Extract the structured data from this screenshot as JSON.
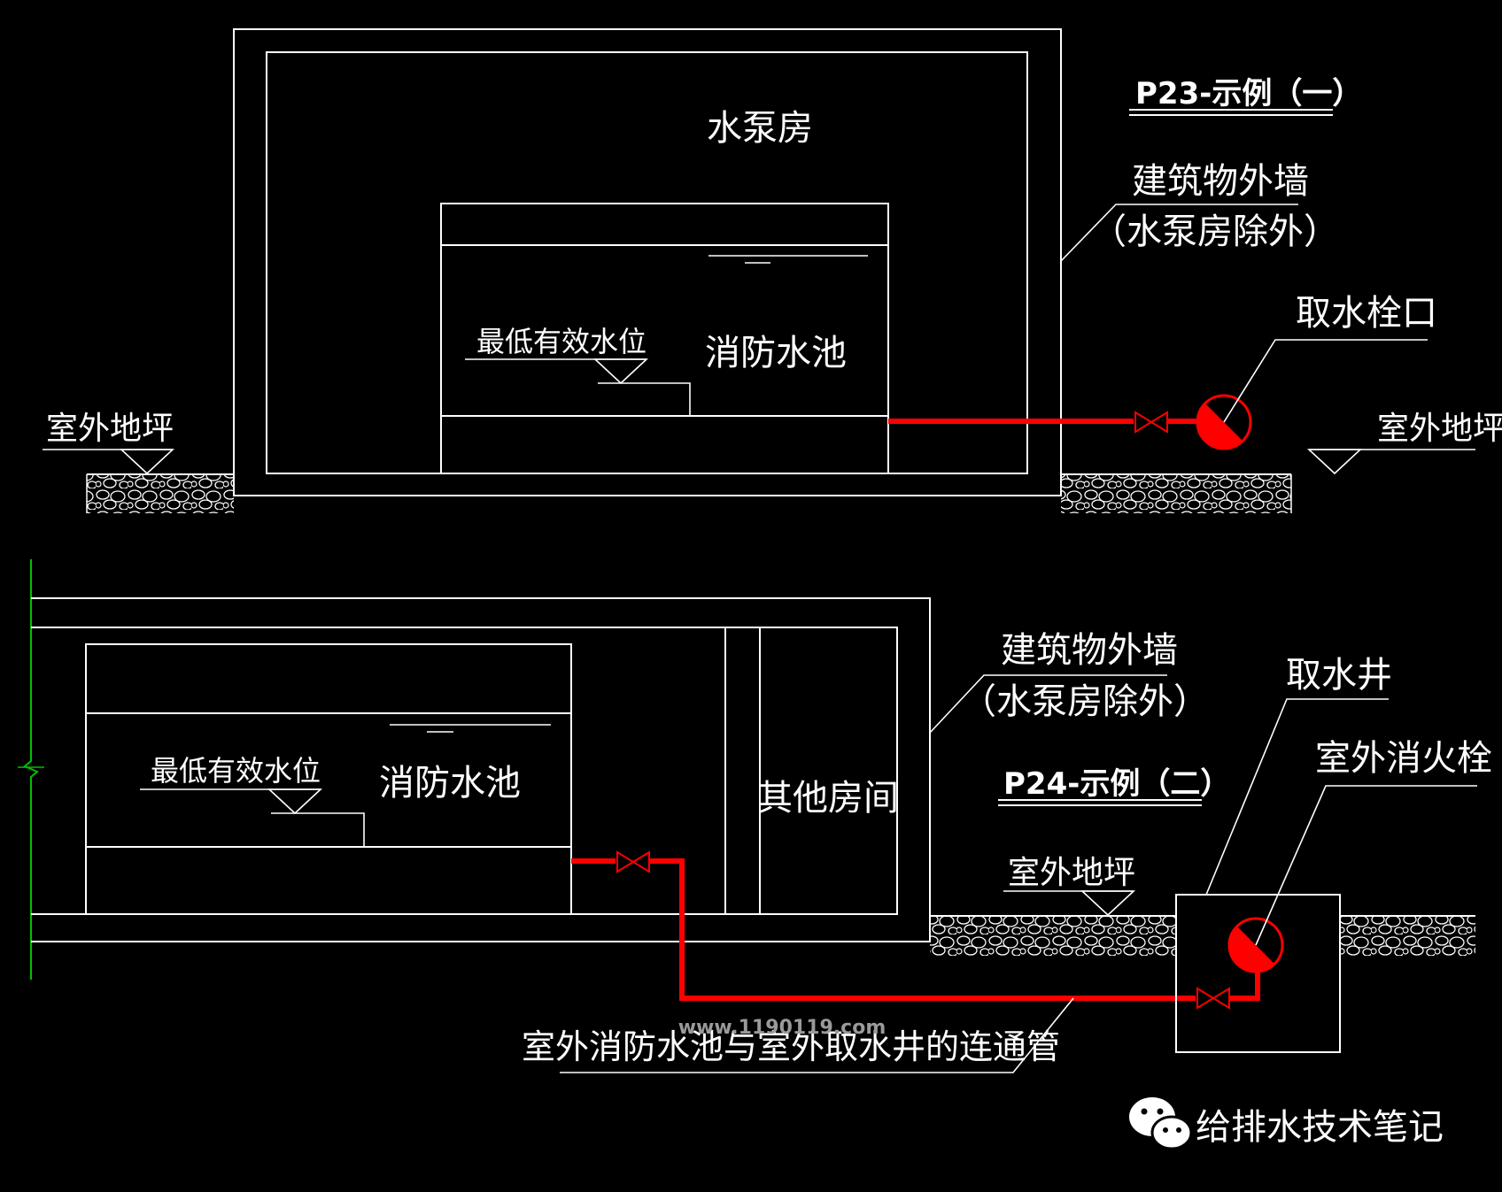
{
  "colors": {
    "background": "#000000",
    "line": "#ffffff",
    "pipe": "#ff0000",
    "ground_axis": "#00c000"
  },
  "example1": {
    "title": "P23-示例（一）",
    "pump_room": "水泵房",
    "fire_pool": "消防水池",
    "lowest_level": "最低有效水位",
    "outdoor_ground_left": "室外地坪",
    "outdoor_ground_right": "室外地坪",
    "wall_label_line1": "建筑物外墙",
    "wall_label_line2": "（水泵房除外）",
    "intake_label": "取水栓口"
  },
  "example2": {
    "title": "P24-示例（二）",
    "fire_pool": "消防水池",
    "lowest_level": "最低有效水位",
    "other_room": "其他房间",
    "wall_label_line1": "建筑物外墙",
    "wall_label_line2": "（水泵房除外）",
    "well_label": "取水井",
    "hydrant_label": "室外消火栓",
    "outdoor_ground": "室外地坪",
    "pipe_label": "室外消防水池与室外取水井的连通管"
  },
  "watermark": {
    "url": "www.1190119.com",
    "brand": "给排水技术笔记",
    "icon": "wechat-icon"
  }
}
